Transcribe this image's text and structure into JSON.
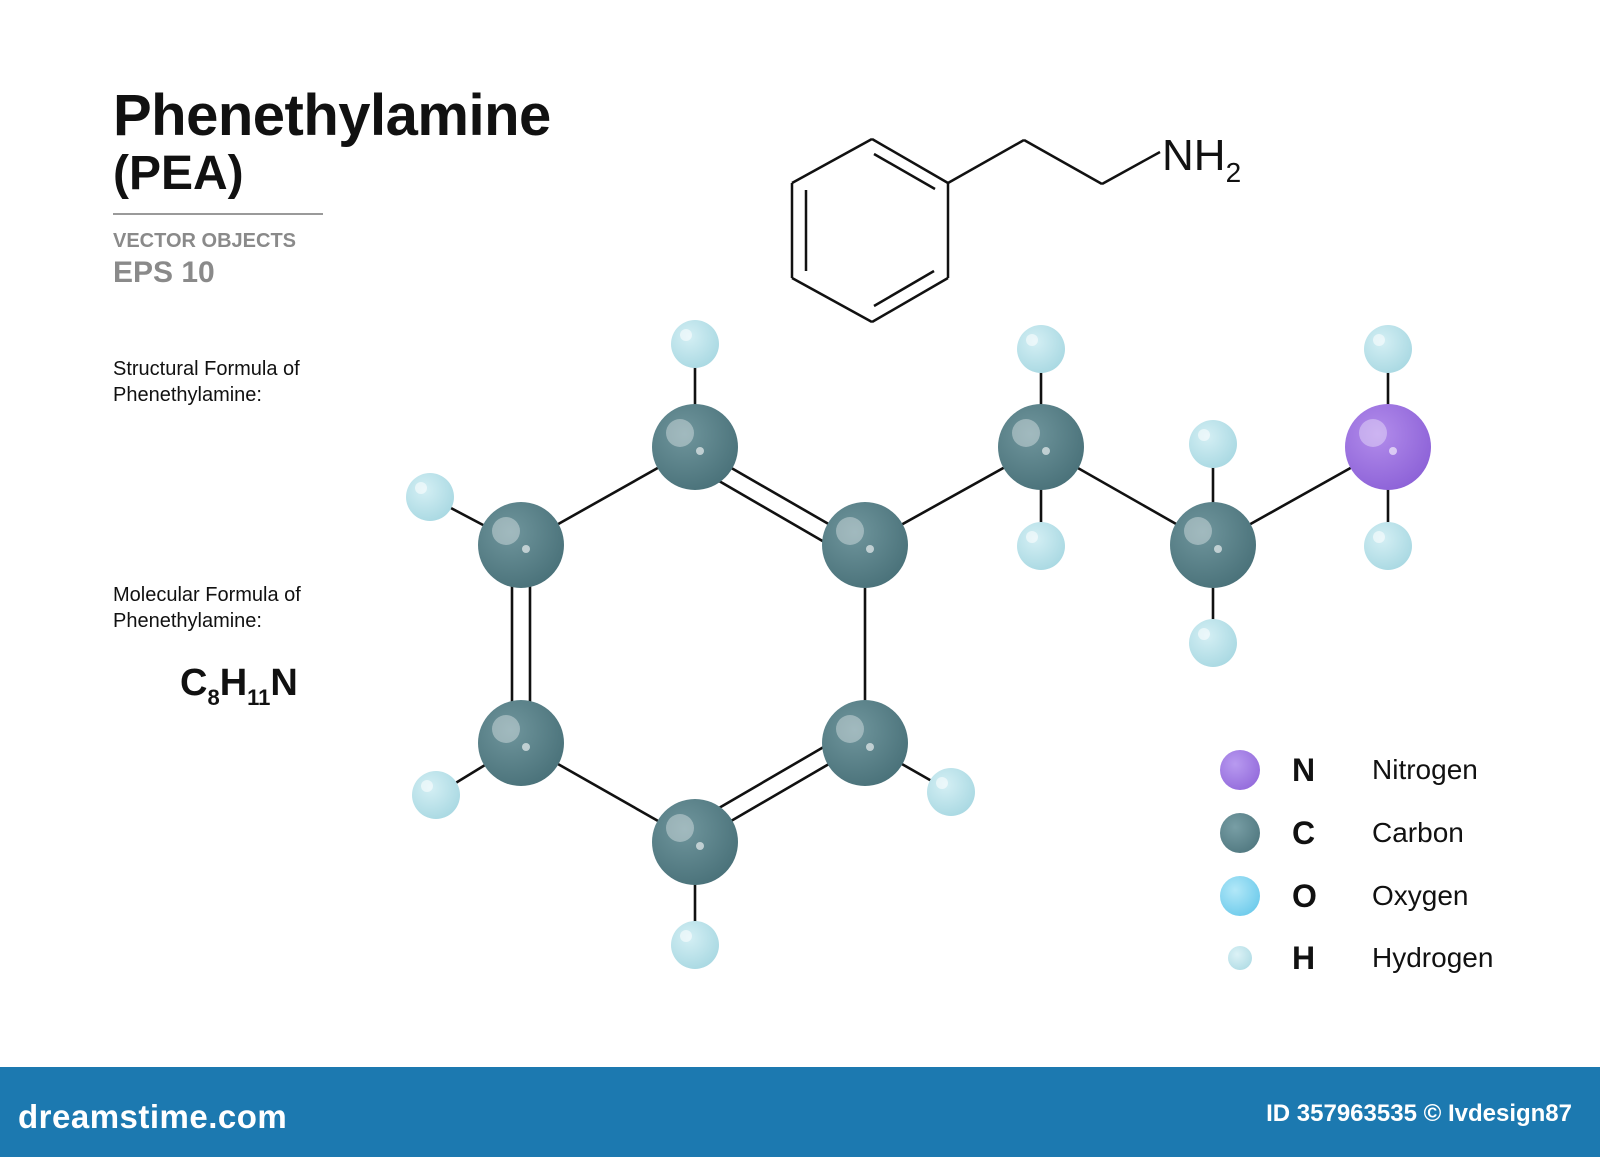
{
  "title": {
    "line1": "Phenethylamine",
    "line2": "(PEA)"
  },
  "subtitle": {
    "vector": "VECTOR OBJECTS",
    "eps": "EPS 10"
  },
  "captions": {
    "structural": [
      "Structural  Formula of",
      "Phenethylamine:"
    ],
    "molecular": [
      "Molecular Formula of",
      "Phenethylamine:"
    ]
  },
  "formula": {
    "c": "C",
    "c_count": "8",
    "h": "H",
    "h_count": "11",
    "n": "N"
  },
  "skeletal": {
    "group": "NH",
    "subscript": "2"
  },
  "colors": {
    "nitrogen": "#9d72e0",
    "carbon": "#557f87",
    "oxygen": "#7fd0ee",
    "hydrogen": "#b9e0e8",
    "footer": "#1c79b0"
  },
  "legend": [
    {
      "symbol": "N",
      "name": "Nitrogen",
      "element": "nitrogen"
    },
    {
      "symbol": "C",
      "name": "Carbon",
      "element": "carbon"
    },
    {
      "symbol": "O",
      "name": "Oxygen",
      "element": "oxygen"
    },
    {
      "symbol": "H",
      "name": "Hydrogen",
      "element": "hydrogen"
    }
  ],
  "footer": {
    "site": "dreamstime.com",
    "credit": "ID 357963535 © Ivdesign87"
  }
}
